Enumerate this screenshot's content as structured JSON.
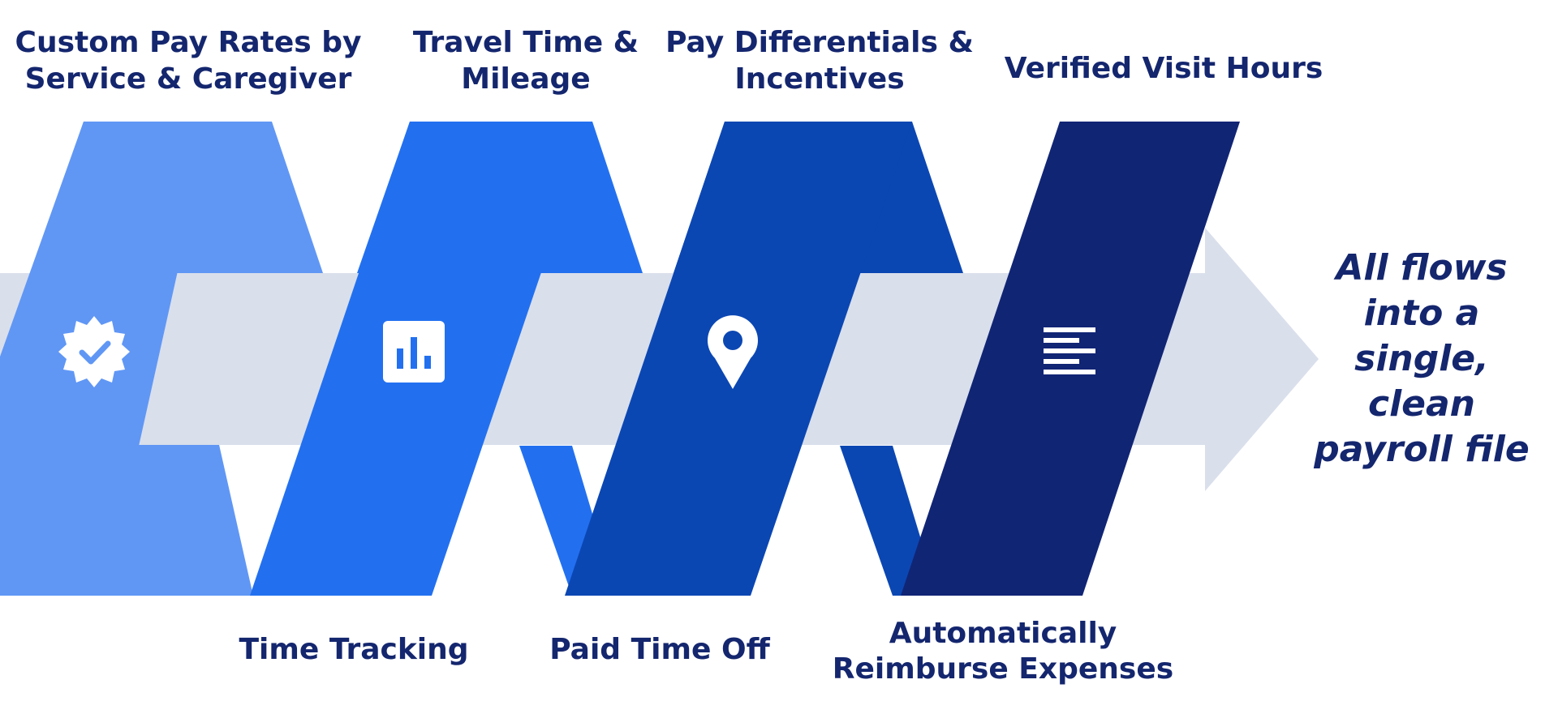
{
  "top_labels": [
    {
      "line1": "Custom Pay Rates by",
      "line2": "Service & Caregiver"
    },
    {
      "line1": "Travel Time &",
      "line2": "Mileage"
    },
    {
      "line1": "Pay Differentials &",
      "line2": "Incentives"
    },
    {
      "line1": "Verified Visit Hours",
      "line2": ""
    }
  ],
  "bottom_labels": [
    {
      "line1": "Time Tracking",
      "line2": ""
    },
    {
      "line1": "Paid Time Off",
      "line2": ""
    },
    {
      "line1": "Automatically",
      "line2": "Reimburse Expenses"
    }
  ],
  "cta": {
    "line1": "All flows",
    "line2": "into a",
    "line3": "single,",
    "line4": "clean",
    "line5": "payroll file"
  },
  "icons": [
    "verified-badge-icon",
    "bar-chart-icon",
    "location-pin-icon",
    "text-lines-icon"
  ],
  "colors": {
    "band_1": "#6097f5",
    "band_2": "#2270f0",
    "band_3": "#0b47b3",
    "band_4": "#112575",
    "arrow": "#d9dfeb",
    "text": "#14266e",
    "icon": "#ffffff"
  }
}
